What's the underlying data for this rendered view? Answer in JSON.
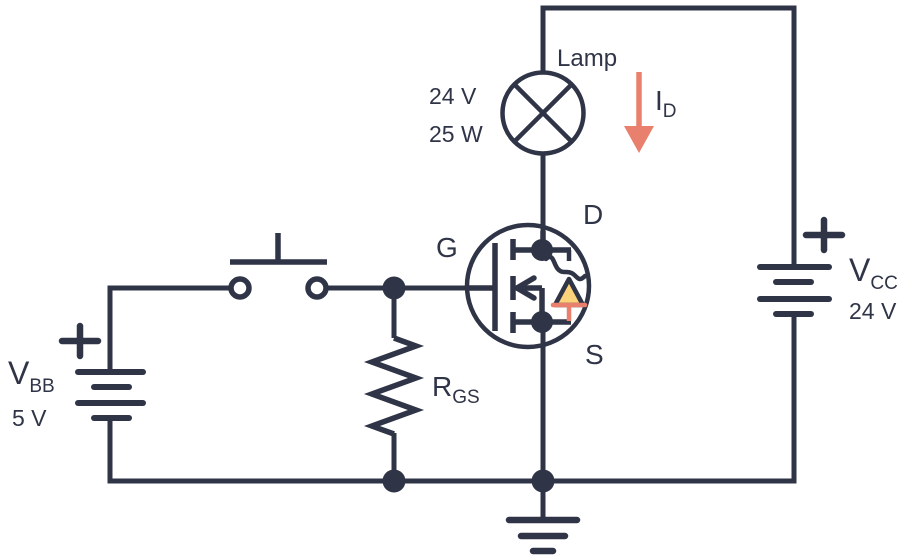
{
  "colors": {
    "background": "#ffffff",
    "line": "#2f3447",
    "accent": "#e8806d",
    "diode_fill": "#fcd27b"
  },
  "lamp": {
    "label": "Lamp",
    "voltage": "24 V",
    "power": "25 W"
  },
  "drain_current": {
    "symbol": "I",
    "subscript": "D"
  },
  "mosfet": {
    "gate_label": "G",
    "drain_label": "D",
    "source_label": "S"
  },
  "gate_resistor": {
    "symbol": "R",
    "subscript": "GS"
  },
  "gate_supply": {
    "symbol": "V",
    "subscript": "BB",
    "value": "5 V"
  },
  "drain_supply": {
    "symbol": "V",
    "subscript": "CC",
    "value": "24 V"
  }
}
